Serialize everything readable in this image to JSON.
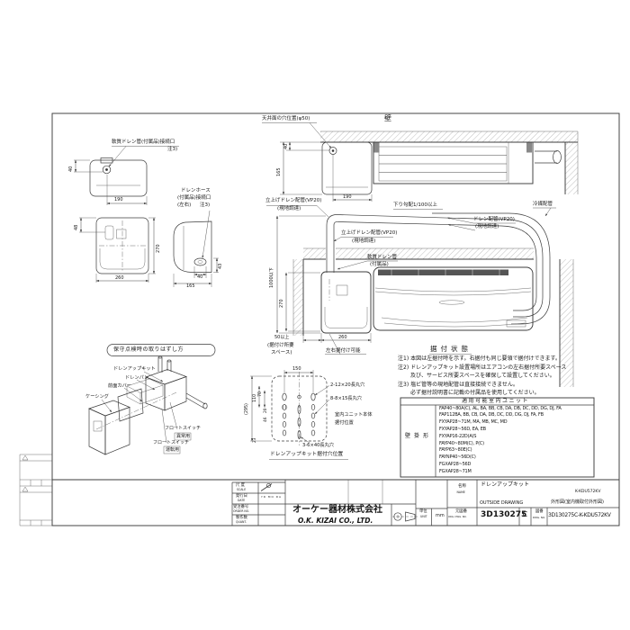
{
  "kit_views": {
    "port_label": "軟質ドレン管(付属品)接続口",
    "port_note": "注3)",
    "dim_40": "40",
    "dim_190": "190",
    "dim_48": "48",
    "dim_270": "270",
    "dim_260": "260",
    "hose_label_1": "ドレンホース",
    "hose_label_2": "(付属品)接続口",
    "hose_label_3": "(左右)",
    "hose_note": "注3)",
    "dim_40_side": "40",
    "dim_165_side": "165",
    "dim_43_side": "43"
  },
  "top_view": {
    "wall_label": "壁",
    "ceiling_hole_label": "天井面の穴位置(φ50)",
    "dim_40": "40",
    "dim_165": "165",
    "dim_190": "190"
  },
  "front_view": {
    "slope_label": "下り勾配1/100以上",
    "refrigerant_label": "冷媒配管",
    "drain_pipe_label_1": "ドレン配管(VP20)",
    "drain_pipe_label_2": "(現地調達)",
    "riser_label_1": "立上げドレン配管(VP20)",
    "riser_label_2": "(現地調達)",
    "riser2_label_1": "立上げドレン配管(VP20)",
    "riser2_label_2": "(現地調達)",
    "soft_drain_label_1": "軟質ドレン管",
    "soft_drain_label_2": "(付属品)",
    "dim_1000": "1000以下",
    "dim_270": "270",
    "dim_50": "50以上",
    "dim_260": "260",
    "space_label_1": "(据付け所要",
    "space_label_2": "スペース)",
    "lr_label": "左右据付け可能"
  },
  "maintenance": {
    "title": "保守点検時の取りはずし方",
    "kit_label": "ドレンアップキット",
    "pan_label": "ドレンパン",
    "cover_label": "前面カバー",
    "casing_label": "ケーシング",
    "float1_label": "フロートスイッチ",
    "float1_tag": "異常用",
    "float2_label": "フロートスイッチ",
    "float2_tag": "運転用"
  },
  "holes": {
    "title": "ドレンアップキット据付穴位置",
    "dim_150": "150",
    "dim_295": "(295)",
    "dim_110": "110",
    "dim_70": "70",
    "dim_20": "20",
    "dim_46": "46",
    "dim_23": "23",
    "slot_top_label": "2-12×20長丸穴",
    "slot_mid_label": "8-8×15長丸穴",
    "unit_body_label_1": "室内ユニット本体",
    "unit_body_label_2": "据付位置",
    "slot_bottom_label": "3-6×40長丸穴"
  },
  "notes": {
    "title": "据付状態",
    "line1": "注1) 本図は左据付時を示す。右据付も同じ要領で据付けできます。",
    "line2": "注2) ドレンアップキット設置場所はエアコンの左右据付所要スペース",
    "line3": "及び、サービス所要スペースを確保して設置してください。",
    "line4": "注3) 塩ビ管等の現地配管は直接接続できません。",
    "line5": "必ず据付説明書に記載の付属品を使用してください。"
  },
  "table": {
    "title": "適用可能室内ユニット",
    "row_header": "壁掛形",
    "models": [
      "FAP40~80A(C), AL, BA, BB, CB, DA, DB, DC, DD, DG, DJ, FA",
      "FAP112BA, BB, CB, DA, DB, DC, DD, DG, DJ, FA, FB",
      "FXYAP28~71M, MA, MB, MC, MD",
      "FXYAP28~56D, EA, EB",
      "FXYAP16-22D(A)S",
      "FAYP40~80M(C), P(C)",
      "FAYP63~80E(C)",
      "FAYNP40~56D(C)",
      "FGXAP28~56D",
      "FGXAP28~71M"
    ]
  },
  "title_block": {
    "scale_label": "尺 度",
    "scale_label_en": "SCALE",
    "date_label": "発行日",
    "date_label_en": "DATE",
    "date_cols": "YR MO DA",
    "order_label": "受注番号",
    "order_label_en": "ORDER NO.",
    "qty_label": "製作数",
    "qty_label_en": "QUANT.",
    "company_jp": "オーケー器材株式会社",
    "company_en": "O.K. KIZAI CO., LTD.",
    "unit_label": "単位",
    "unit_label_en": "UNIT",
    "unit_value": "mm",
    "name_label": "名称",
    "name_label_en": "NAME",
    "name_value": "ドレンアップキット",
    "model_code": "K-KDU572KV",
    "drawing_label_en": "OUTSIDE DRAWING",
    "drawing_label_jp": "外形図(室内機取付外形図)",
    "org_label": "元図番",
    "org_label_en": "ORG. DWG. NO.",
    "org_value": "3D130275",
    "revision": "C",
    "dwg_label": "図番",
    "dwg_label_en": "DWG. NO.",
    "dwg_value": "3D130275C-K-KDU572KV"
  }
}
